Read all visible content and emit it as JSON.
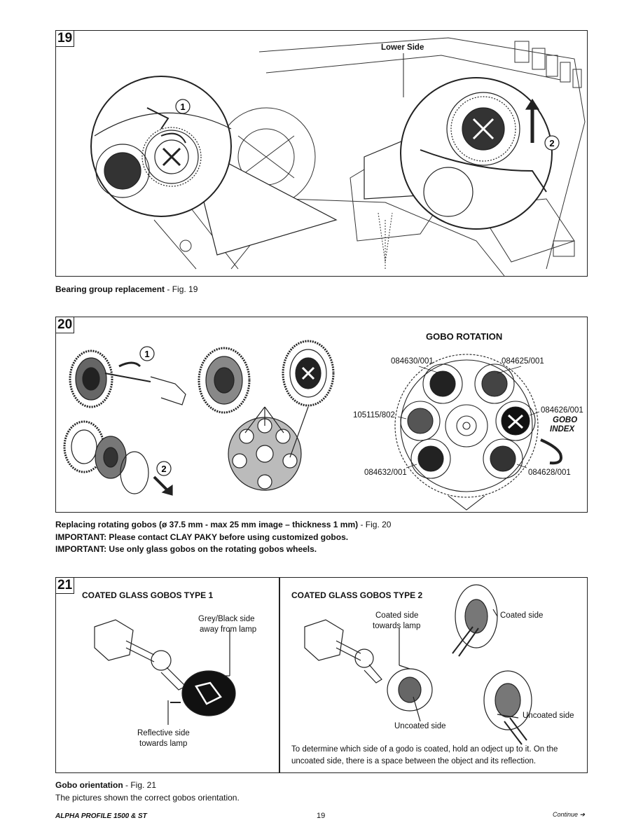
{
  "fig19": {
    "number": "19",
    "label_lower_side": "Lower Side",
    "step1": "1",
    "step2": "2",
    "caption_bold": "Bearing group replacement",
    "caption_rest": " - Fig. 19"
  },
  "fig20": {
    "number": "20",
    "title": "GOBO ROTATION",
    "step1": "1",
    "step2": "2",
    "codes": {
      "top_left": "084630/001",
      "top_right": "084625/001",
      "left": "105115/802",
      "right": "084626/001",
      "bottom_left": "084632/001",
      "bottom_right": "084628/001"
    },
    "gobo_index_1": "GOBO",
    "gobo_index_2": "INDEX",
    "caption_bold": "Replacing rotating gobos (ø 37.5 mm - max 25 mm image – thickness 1 mm)",
    "caption_rest": "  - Fig. 20",
    "important1": "IMPORTANT: Please contact CLAY PAKY before using customized gobos.",
    "important2": "IMPORTANT: Use only glass gobos on the rotating gobos wheels."
  },
  "fig21": {
    "number": "21",
    "type1_title": "COATED GLASS GOBOS TYPE 1",
    "type2_title": "COATED GLASS GOBOS TYPE 2",
    "grey_black_1": "Grey/Black side",
    "grey_black_2": "away from lamp",
    "reflective_1": "Reflective side",
    "reflective_2": "towards lamp",
    "coated_towards_1": "Coated side",
    "coated_towards_2": "towards lamp",
    "coated_side": "Coated side",
    "uncoated_side_1": "Uncoated side",
    "uncoated_side_2": "Uncoated side",
    "note_1": "To determine which side of a godo is coated, hold an odject up to it. On the",
    "note_2": "uncoated side, there is a space between the object and its reflection.",
    "caption_bold": "Gobo orientation",
    "caption_rest": " - Fig. 21",
    "caption_line2": "The pictures shown the correct gobos orientation."
  },
  "footer": {
    "product": "ALPHA PROFILE 1500 & ST",
    "page": "19",
    "continue": "Continue ➔"
  }
}
